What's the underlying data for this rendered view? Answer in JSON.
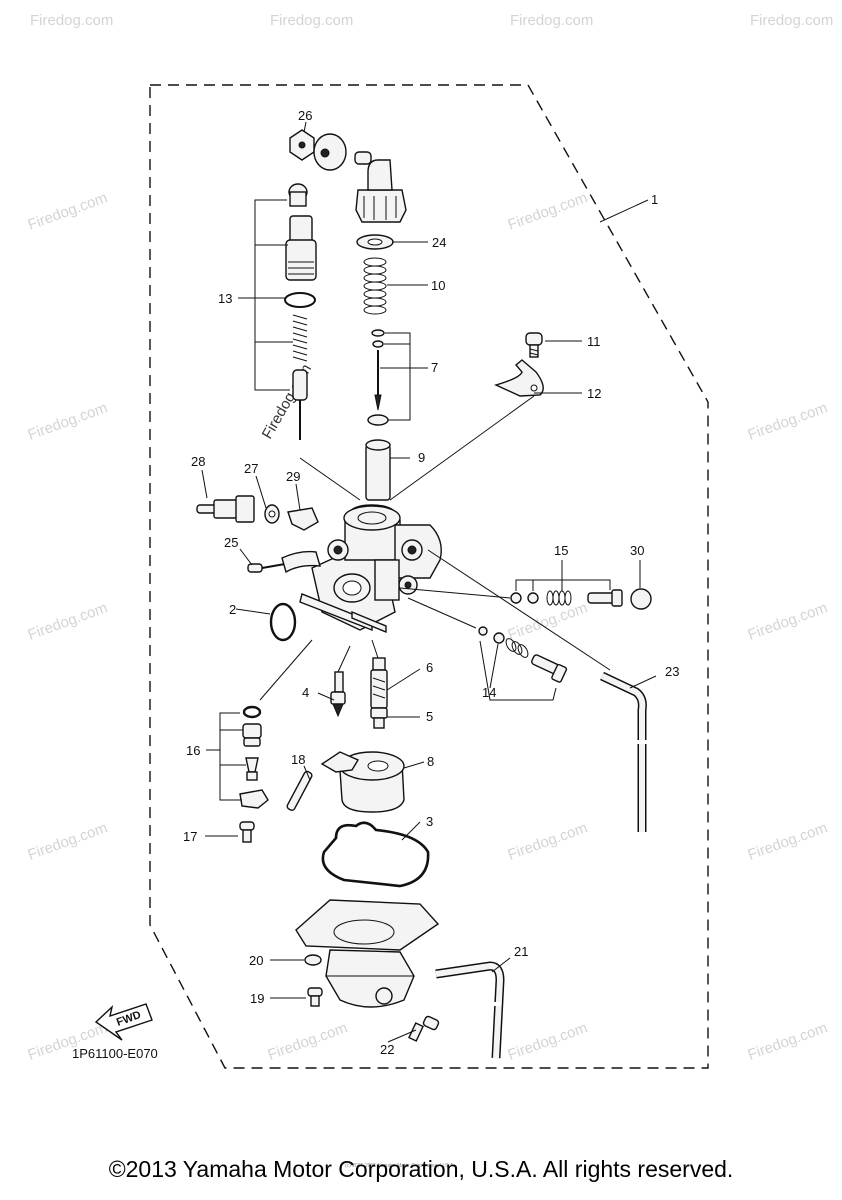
{
  "watermark": "Firedog.com",
  "diagram_code": "1P61100-E070",
  "fwd_label": "FWD",
  "copyright": "©2013 Yamaha Motor Corporation, U.S.A. All rights reserved.",
  "fine_print": "(c) 2005-2015 Yamaha Motor Corporation, U.S.A.",
  "callouts": {
    "c1": "1",
    "c2": "2",
    "c3": "3",
    "c4": "4",
    "c5": "5",
    "c6": "6",
    "c7": "7",
    "c8": "8",
    "c9": "9",
    "c10": "10",
    "c11": "11",
    "c12": "12",
    "c13": "13",
    "c14": "14",
    "c15": "15",
    "c16": "16",
    "c17": "17",
    "c18": "18",
    "c19": "19",
    "c20": "20",
    "c21": "21",
    "c22": "22",
    "c23": "23",
    "c24": "24",
    "c25": "25",
    "c26": "26",
    "c27": "27",
    "c28": "28",
    "c29": "29",
    "c30": "30"
  }
}
